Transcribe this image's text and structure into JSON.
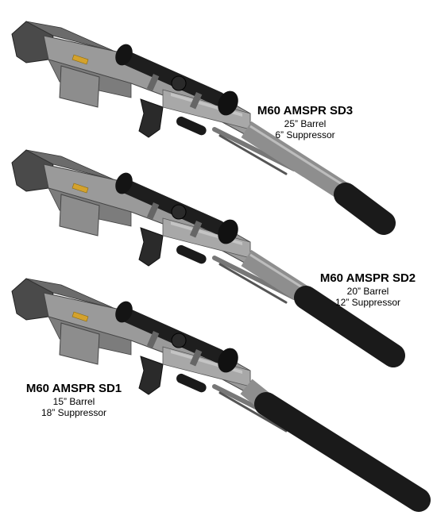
{
  "rifles": [
    {
      "title": "M60 AMSPR SD3",
      "barrel": "25” Barrel",
      "suppressor": "6” Suppressor"
    },
    {
      "title": "M60 AMSPR SD2",
      "barrel": "20” Barrel",
      "suppressor": "12” Suppressor"
    },
    {
      "title": "M60 AMSPR SD1",
      "barrel": "15” Barrel",
      "suppressor": "18” Suppressor"
    }
  ]
}
